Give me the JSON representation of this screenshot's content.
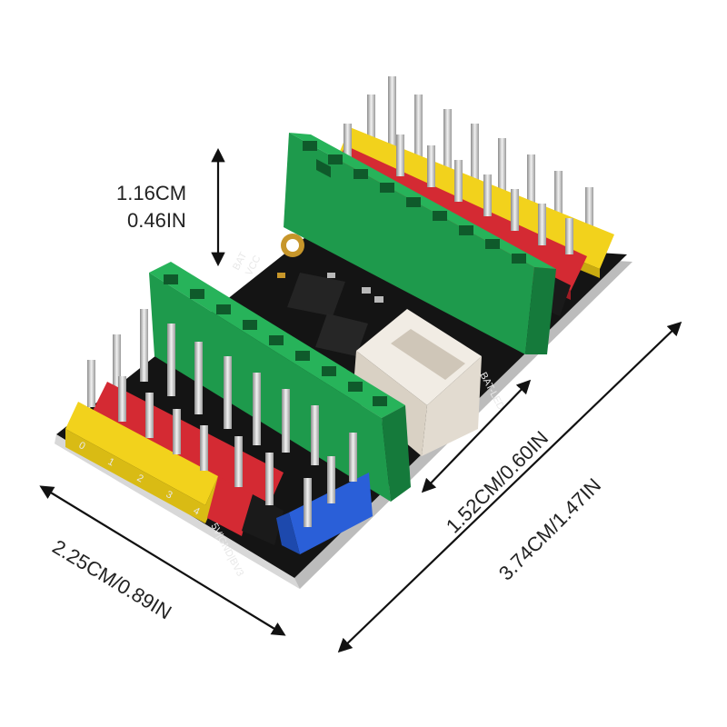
{
  "dimensions": {
    "height": {
      "cm": "1.16CM",
      "in": "0.46IN"
    },
    "width_short": "2.25CM/0.89IN",
    "socket_spacing": "1.52CM/0.60IN",
    "length": "3.74CM/1.47IN"
  },
  "silkscreen": {
    "pin_numbers": [
      "0",
      "1",
      "2",
      "3",
      "4"
    ],
    "bottom_edge_label": "5V|GND|BV3",
    "top_label_1": "BAT",
    "top_label_2": "VCC",
    "side_label": "BAT-LED"
  },
  "colors": {
    "pcb": "#141414",
    "socket_green": "#1e9a4c",
    "header_yellow": "#f2d21c",
    "header_red": "#d42a33",
    "header_black": "#1a1a1a",
    "header_blue": "#2a5fd8",
    "connector_white": "#f1ece4"
  }
}
